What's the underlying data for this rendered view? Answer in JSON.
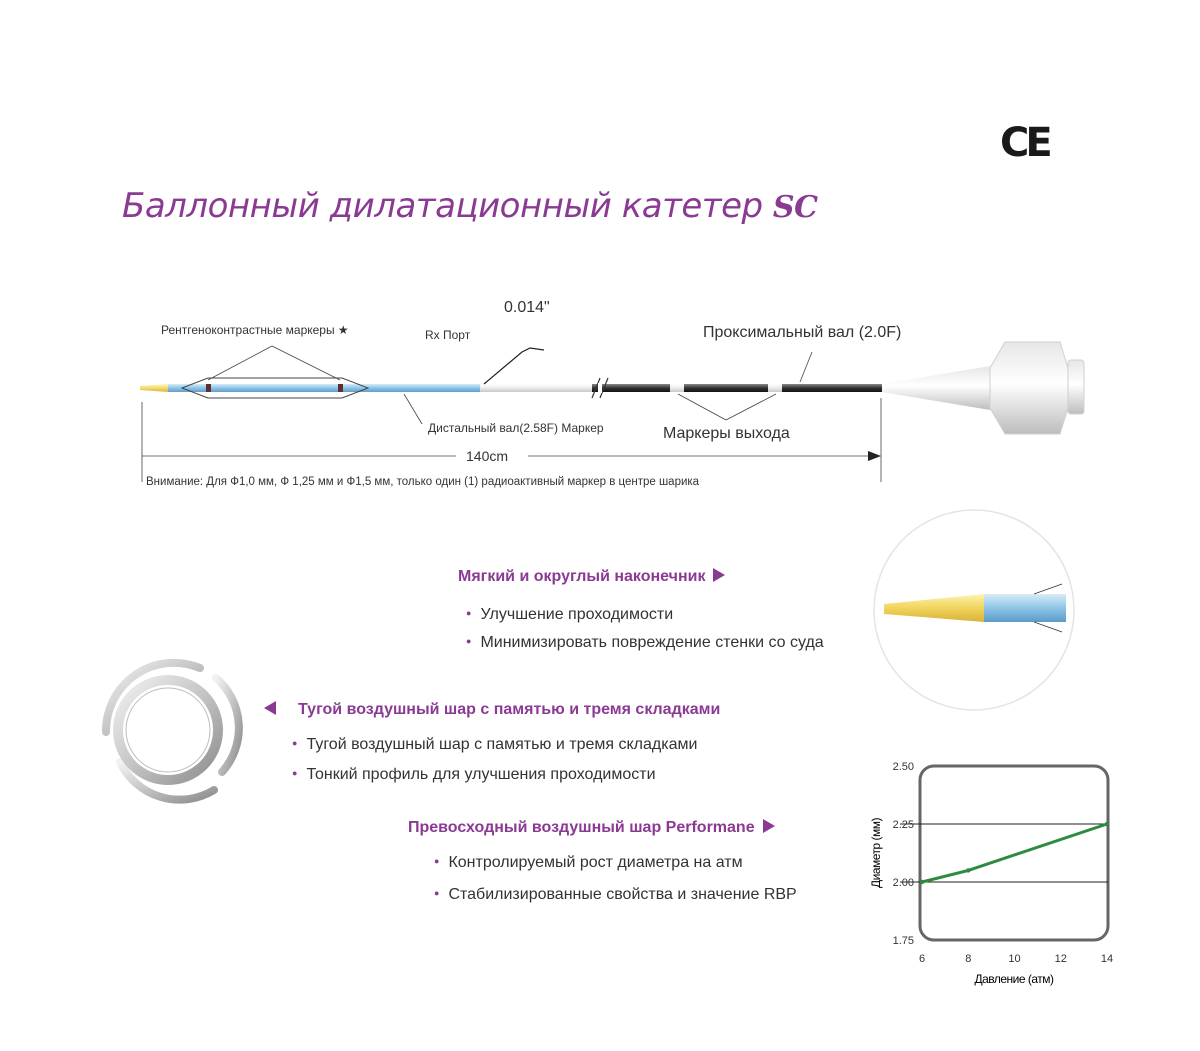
{
  "ce_mark": "CE",
  "title": {
    "main": "Баллонный дилатационный катетер ",
    "suffix": "SC"
  },
  "diagram": {
    "radiopaque_markers": "Рентгеноконтрастные маркеры ★",
    "rx_port": "Rx Порт",
    "guidewire": "0.014\"",
    "proximal_shaft": "Проксимальный вал (2.0F)",
    "distal_shaft": "Дистальный вал(2.58F) Маркер",
    "exit_markers": "Маркеры выхода",
    "length": "140cm",
    "note": "Внимание: Для Ф1,0 мм, Ф 1,25 мм и Ф1,5 мм, только один (1) радиоактивный маркер в центре шарика"
  },
  "tip": {
    "heading": "Мягкий и округлый наконечник",
    "bullets": [
      "Улучшение проходимости",
      "Минимизировать повреждение стенки со суда"
    ]
  },
  "balloon": {
    "heading": "Тугой воздушный шар с памятью и тремя складками",
    "bullets": [
      "Тугой воздушный шар с памятью и тремя складками",
      "Тонкий профиль для улучшения проходимости"
    ]
  },
  "performance": {
    "heading": "Превосходный воздушный шар Performane",
    "bullets": [
      "Контролируемый рост диаметра на атм",
      "Стабилизированные свойства и значение RBP"
    ]
  },
  "colors": {
    "accent": "#8b3a93",
    "tip_yellow": "#f3da6e",
    "shaft_blue": "#8ec4e6",
    "line_green": "#2e8b3e"
  },
  "chart_data": {
    "type": "line",
    "xlabel": "Давление (атм)",
    "ylabel": "Диаметр (мм)",
    "xlim": [
      6,
      14
    ],
    "ylim": [
      1.75,
      2.5
    ],
    "x_ticks": [
      "6",
      "8",
      "10",
      "12",
      "14"
    ],
    "y_ticks": [
      "2.50",
      "2.25",
      "2.00",
      "1.75"
    ],
    "grid_y": [
      2.0,
      2.25
    ],
    "series": [
      {
        "x": [
          6,
          8,
          14
        ],
        "y": [
          2.0,
          2.05,
          2.25
        ]
      }
    ]
  }
}
